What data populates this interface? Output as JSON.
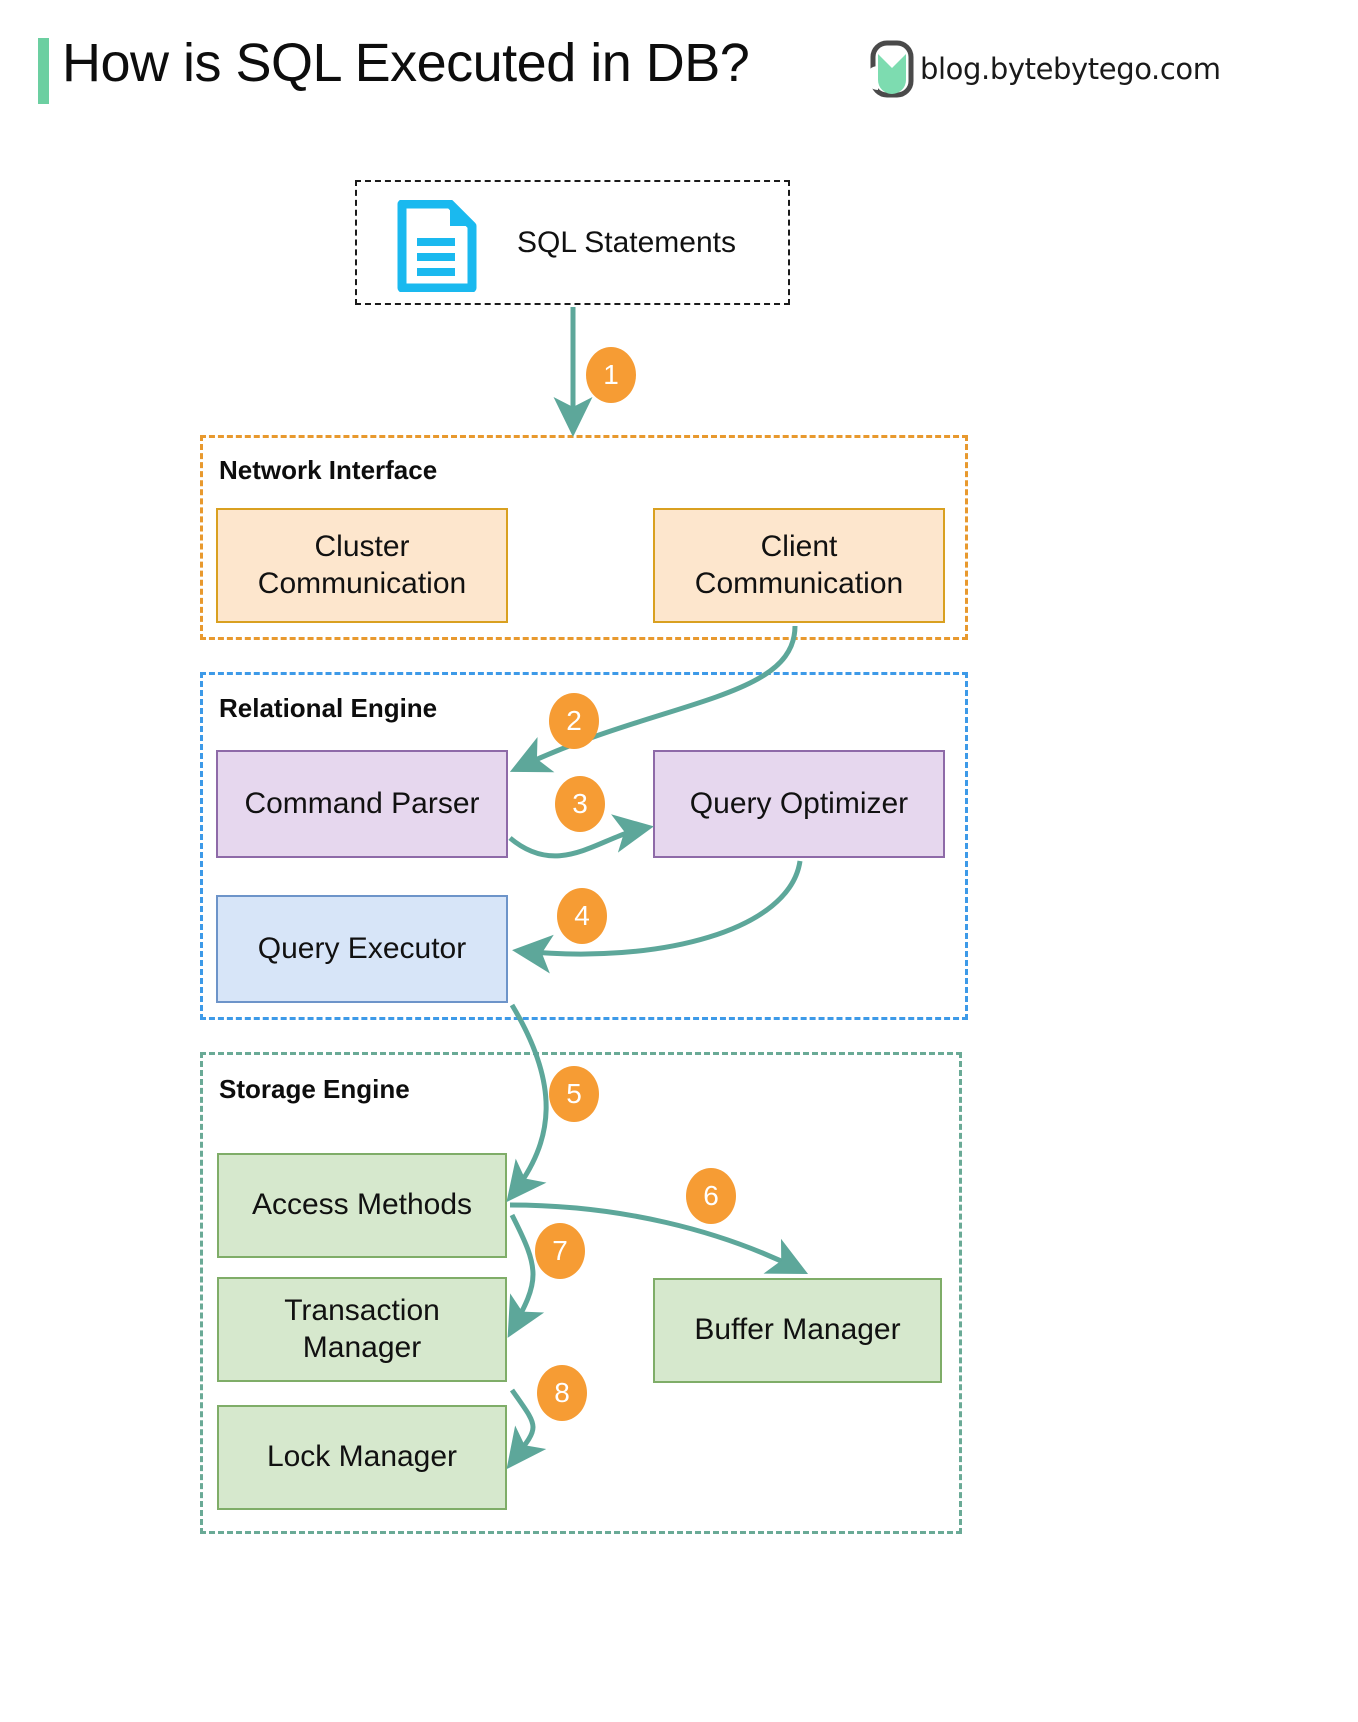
{
  "header": {
    "title": "How is SQL Executed in DB?",
    "brand_text": "blog.bytebytego.com",
    "accent_color": "#6ccfa1"
  },
  "source": {
    "label": "SQL Statements",
    "icon": "document-icon",
    "icon_color": "#1ab9ef"
  },
  "groups": [
    {
      "id": "network-interface",
      "title": "Network Interface",
      "border_color": "#e8992e",
      "nodes": [
        {
          "id": "cluster-communication",
          "label": "Cluster\nCommunication",
          "fill": "#fde6cd",
          "stroke": "#d9a020"
        },
        {
          "id": "client-communication",
          "label": "Client\nCommunication",
          "fill": "#fde6cd",
          "stroke": "#d9a020"
        }
      ]
    },
    {
      "id": "relational-engine",
      "title": "Relational Engine",
      "border_color": "#3d9ae8",
      "nodes": [
        {
          "id": "command-parser",
          "label": "Command Parser",
          "fill": "#e6d7ee",
          "stroke": "#8e6aa8"
        },
        {
          "id": "query-optimizer",
          "label": "Query Optimizer",
          "fill": "#e6d7ee",
          "stroke": "#8e6aa8"
        },
        {
          "id": "query-executor",
          "label": "Query Executor",
          "fill": "#d7e5f8",
          "stroke": "#6d94c9"
        }
      ]
    },
    {
      "id": "storage-engine",
      "title": "Storage Engine",
      "border_color": "#6aaa96",
      "nodes": [
        {
          "id": "access-methods",
          "label": "Access Methods",
          "fill": "#d6e8cd",
          "stroke": "#7fad68"
        },
        {
          "id": "transaction-manager",
          "label": "Transaction\nManager",
          "fill": "#d6e8cd",
          "stroke": "#7fad68"
        },
        {
          "id": "lock-manager",
          "label": "Lock Manager",
          "fill": "#d6e8cd",
          "stroke": "#7fad68"
        },
        {
          "id": "buffer-manager",
          "label": "Buffer Manager",
          "fill": "#d6e8cd",
          "stroke": "#7fad68"
        }
      ]
    }
  ],
  "nodes": {
    "cluster_communication_line1": "Cluster",
    "cluster_communication_line2": "Communication",
    "client_communication_line1": "Client",
    "client_communication_line2": "Communication",
    "command_parser": "Command Parser",
    "query_optimizer": "Query Optimizer",
    "query_executor": "Query Executor",
    "access_methods": "Access Methods",
    "transaction_manager_line1": "Transaction",
    "transaction_manager_line2": "Manager",
    "lock_manager": "Lock Manager",
    "buffer_manager": "Buffer Manager"
  },
  "steps": [
    {
      "n": "1",
      "from": "SQL Statements",
      "to": "Network Interface"
    },
    {
      "n": "2",
      "from": "Client Communication",
      "to": "Command Parser"
    },
    {
      "n": "3",
      "from": "Command Parser",
      "to": "Query Optimizer"
    },
    {
      "n": "4",
      "from": "Query Optimizer",
      "to": "Query Executor"
    },
    {
      "n": "5",
      "from": "Query Executor",
      "to": "Access Methods"
    },
    {
      "n": "6",
      "from": "Access Methods",
      "to": "Buffer Manager"
    },
    {
      "n": "7",
      "from": "Access Methods",
      "to": "Transaction Manager"
    },
    {
      "n": "8",
      "from": "Transaction Manager",
      "to": "Lock Manager"
    }
  ],
  "arrow_color": "#5da79a"
}
